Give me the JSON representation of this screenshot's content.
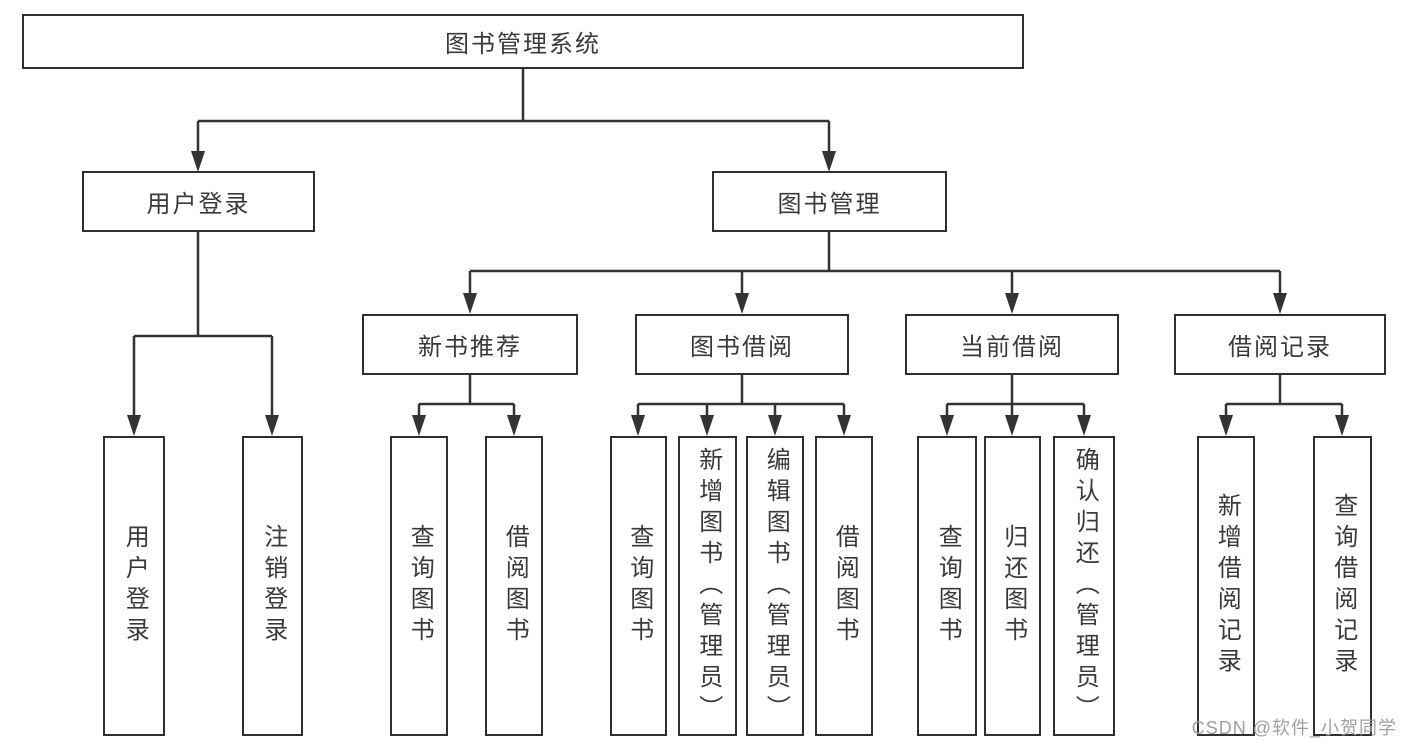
{
  "colors": {
    "line": "#333333",
    "border": "#2f2f2f",
    "text": "#3a3a3a",
    "watermark": "#a0a0a4",
    "background": "#ffffff"
  },
  "nodes": {
    "root": {
      "label": "图书管理系统",
      "children": [
        "user_login",
        "book_mgmt"
      ]
    },
    "user_login": {
      "label": "用户登录",
      "children": [
        "login",
        "logout"
      ]
    },
    "book_mgmt": {
      "label": "图书管理",
      "children": [
        "new_rec",
        "borrow",
        "current",
        "record"
      ]
    },
    "login": {
      "label": "用户登录"
    },
    "logout": {
      "label": "注销登录"
    },
    "new_rec": {
      "label": "新书推荐",
      "children": [
        "nbr_query",
        "nbr_borrow"
      ]
    },
    "borrow": {
      "label": "图书借阅",
      "children": [
        "bb_query",
        "bb_add",
        "bb_edit",
        "bb_borrow"
      ]
    },
    "current": {
      "label": "当前借阅",
      "children": [
        "cb_query",
        "cb_return",
        "cb_confirm"
      ]
    },
    "record": {
      "label": "借阅记录",
      "children": [
        "br_add",
        "br_query"
      ]
    },
    "nbr_query": {
      "label": "查询图书"
    },
    "nbr_borrow": {
      "label": "借阅图书"
    },
    "bb_query": {
      "label": "查询图书"
    },
    "bb_add": {
      "label": "新增图书（管理员）"
    },
    "bb_edit": {
      "label": "编辑图书（管理员）"
    },
    "bb_borrow": {
      "label": "借阅图书"
    },
    "cb_query": {
      "label": "查询图书"
    },
    "cb_return": {
      "label": "归还图书"
    },
    "cb_confirm": {
      "label": "确认归还（管理员）"
    },
    "br_add": {
      "label": "新增借阅记录"
    },
    "br_query": {
      "label": "查询借阅记录"
    }
  },
  "watermark": {
    "text": "CSDN @软件_小贺同学"
  }
}
